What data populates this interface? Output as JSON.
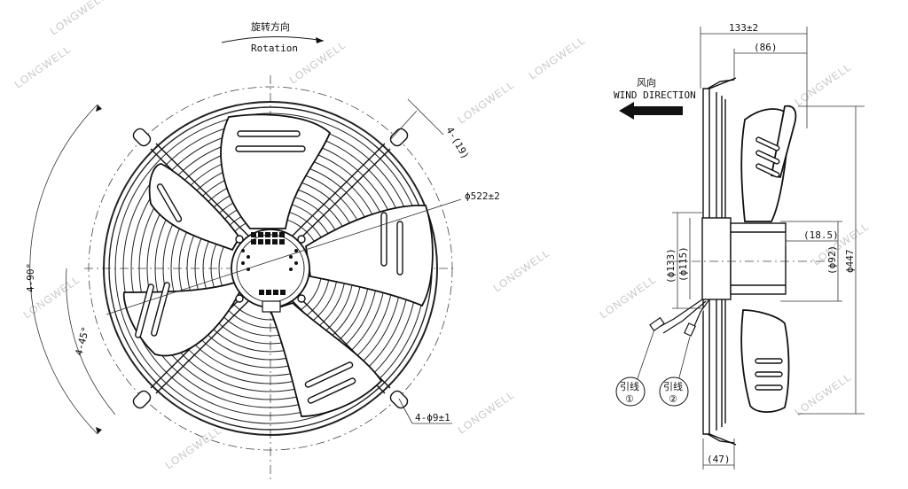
{
  "rotation": {
    "label_cn": "旋转方向",
    "label_en": "Rotation"
  },
  "wind": {
    "label_cn": "风向",
    "label_en": "WIND DIRECTION"
  },
  "front_view": {
    "dim_diameter": "ϕ522±2",
    "dim_holes": "4-ϕ9±1",
    "dim_slot": "4-(19)",
    "angle_90": "4-90°",
    "angle_45": "4-45°"
  },
  "side_view": {
    "dim_overall_depth": "133±2",
    "dim_depth_86": "(86)",
    "dim_hub_offset": "(18.5)",
    "dim_47": "(47)",
    "dim_133": "(ϕ133)",
    "dim_115": "(ϕ115)",
    "dim_92": "(ϕ92)",
    "dim_447": "ϕ447",
    "lead1_label": "引线",
    "lead1_num": "①",
    "lead2_label": "引线",
    "lead2_num": "②"
  },
  "watermark": {
    "text": "LONGWELL"
  },
  "colors": {
    "line": "#1a1a1a",
    "arrow": "#111111",
    "watermark": "#c8c8c8"
  }
}
